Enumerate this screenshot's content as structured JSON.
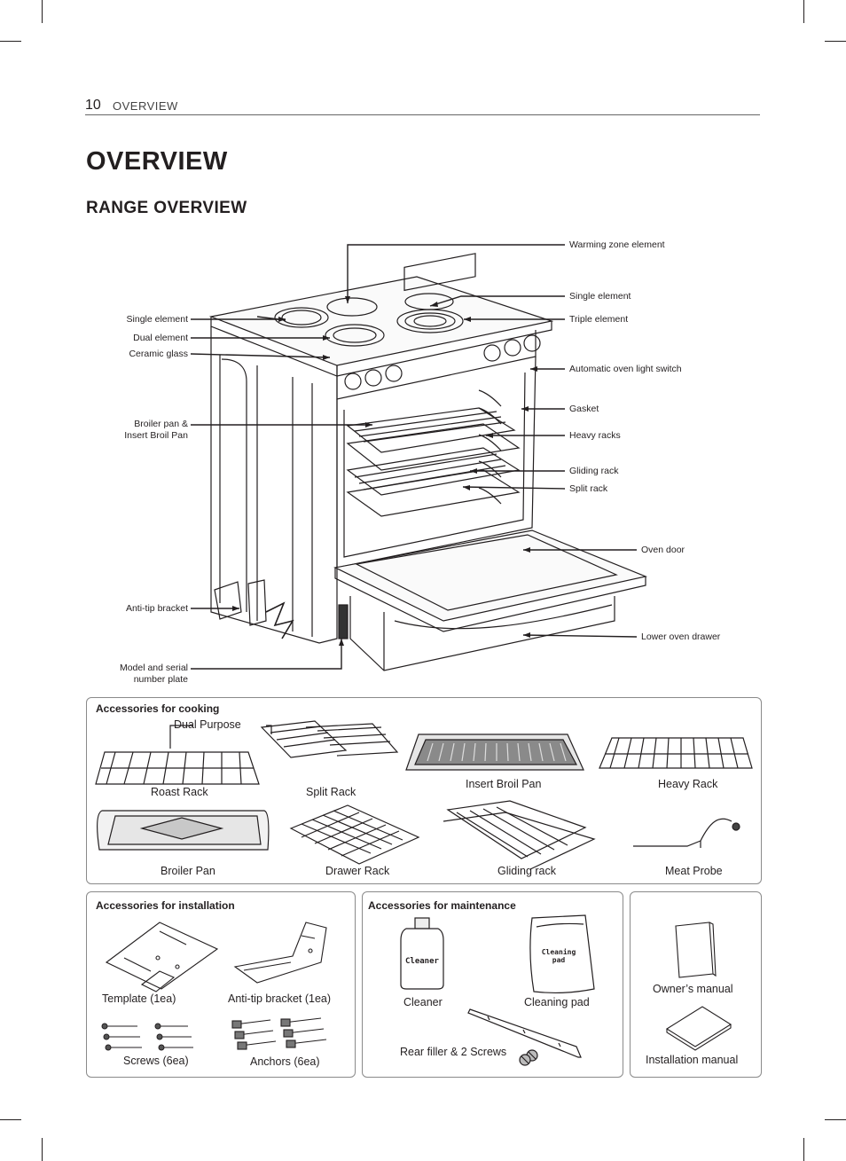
{
  "header": {
    "page_number": "10",
    "section": "OVERVIEW"
  },
  "title": "OVERVIEW",
  "subtitle": "RANGE OVERVIEW",
  "callouts": {
    "left": {
      "single_element": "Single element",
      "dual_element": "Dual element",
      "ceramic_glass": "Ceramic glass",
      "broiler_pan_1": "Broiler pan &",
      "broiler_pan_2": "Insert Broil Pan",
      "anti_tip": "Anti-tip bracket",
      "model_serial_1": "Model and serial",
      "model_serial_2": "number plate"
    },
    "right": {
      "warming_zone": "Warming zone element",
      "single_element": "Single element",
      "triple_element": "Triple element",
      "light_switch": "Automatic oven light switch",
      "gasket": "Gasket",
      "heavy_racks": "Heavy racks",
      "gliding_rack": "Gliding rack",
      "split_rack": "Split rack",
      "oven_door": "Oven door",
      "lower_drawer": "Lower oven drawer"
    }
  },
  "cooking": {
    "title": "Accessories for cooking",
    "dual_purpose": "Dual Purpose",
    "roast_rack": "Roast Rack",
    "split_rack": "Split Rack",
    "insert_broil_pan": "Insert Broil Pan",
    "heavy_rack": "Heavy Rack",
    "broiler_pan": "Broiler Pan",
    "drawer_rack": "Drawer Rack",
    "gliding_rack": "Gliding rack",
    "meat_probe": "Meat Probe"
  },
  "installation": {
    "title": "Accessories for installation",
    "template": "Template (1ea)",
    "anti_tip": "Anti-tip bracket (1ea)",
    "screws": "Screws (6ea)",
    "anchors": "Anchors (6ea)"
  },
  "maintenance": {
    "title": "Accessories for maintenance",
    "cleaner": "Cleaner",
    "cleaner_bottle_text": "Cleaner",
    "cleaning_pad": "Cleaning pad",
    "cleaning_pad_text_1": "Cleaning",
    "cleaning_pad_text_2": "pad",
    "rear_filler": "Rear filler & 2 Screws"
  },
  "manuals": {
    "owners": "Owner’s manual",
    "installation": "Installation manual"
  }
}
